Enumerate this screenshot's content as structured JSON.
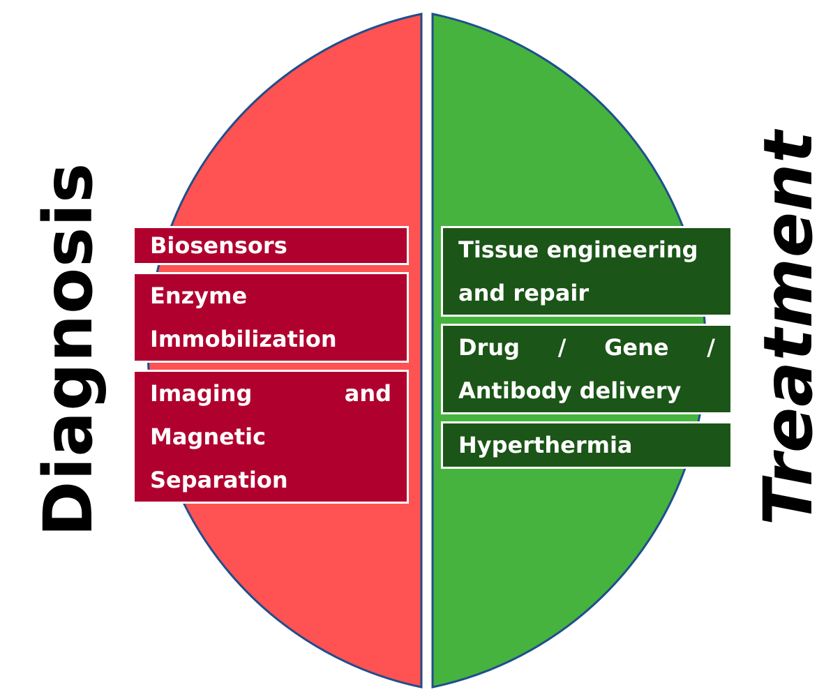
{
  "diagram": {
    "left_label": "Diagnosis",
    "right_label": "Treatment",
    "colors": {
      "left_half": "#ff5252",
      "right_half": "#46b33e",
      "outline": "#1f4e8c",
      "left_box": "#b0002e",
      "right_box": "#1b5517",
      "box_text": "#ffffff"
    },
    "left_items": [
      {
        "lines": [
          "Biosensors"
        ]
      },
      {
        "lines": [
          "Enzyme",
          "Immobilization"
        ]
      },
      {
        "lines": [
          [
            "Imaging",
            "and"
          ],
          "Magnetic",
          "Separation"
        ]
      }
    ],
    "right_items": [
      {
        "lines": [
          "Tissue engineering",
          "and repair"
        ]
      },
      {
        "lines": [
          [
            "Drug",
            "/",
            "Gene",
            "/"
          ],
          "Antibody delivery"
        ]
      },
      {
        "lines": [
          "Hyperthermia"
        ]
      }
    ]
  }
}
